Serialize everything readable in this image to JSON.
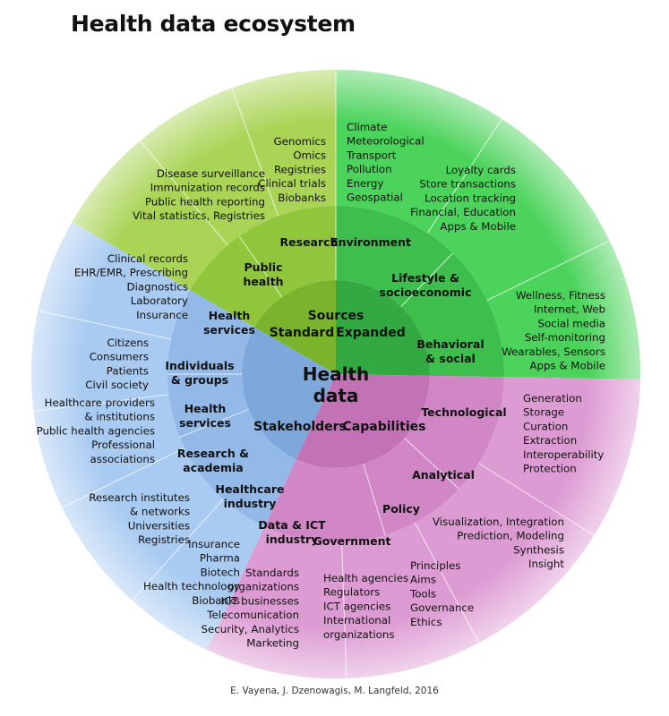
{
  "title": "Health data ecosystem",
  "credit": "E. Vayena, J. Dzenowagis, M. Langfeld, 2016",
  "colors": {
    "standard_outer": "#a9d455",
    "standard_mid": "#90c63c",
    "standard_inner": "#7ab42c",
    "expanded_outer": "#4cd35c",
    "expanded_mid": "#3ebf4d",
    "expanded_inner": "#33a941",
    "stakeholders_outer": "#a9cbf1",
    "stakeholders_mid": "#92b9e8",
    "stakeholders_inner": "#7ea7dc",
    "capabilities_outer": "#dd9bd3",
    "capabilities_mid": "#d187c6",
    "capabilities_inner": "#c372b6"
  },
  "center": {
    "line1": "Health",
    "line2": "data"
  },
  "categories": {
    "sources": "Sources",
    "standard": "Standard",
    "expanded": "Expanded",
    "stakeholders": "Stakeholders",
    "capabilities": "Capabilities"
  },
  "subcategories": {
    "research": [
      "Research"
    ],
    "environment": [
      "Environment"
    ],
    "public_health": [
      "Public",
      "health"
    ],
    "lifestyle": [
      "Lifestyle &",
      "socioeconomic"
    ],
    "health_services_std": [
      "Health",
      "services"
    ],
    "behavioral": [
      "Behavioral",
      "& social"
    ],
    "individuals": [
      "Individuals",
      "& groups"
    ],
    "health_services_stk": [
      "Health",
      "services"
    ],
    "research_academia": [
      "Research &",
      "academia"
    ],
    "healthcare_industry": [
      "Healthcare",
      "industry"
    ],
    "data_ict": [
      "Data & ICT",
      "industry"
    ],
    "government": [
      "Government"
    ],
    "technological": [
      "Technological"
    ],
    "analytical": [
      "Analytical"
    ],
    "policy": [
      "Policy"
    ]
  },
  "items": {
    "research": [
      "Genomics",
      "Omics",
      "Registries",
      "Clinical trials",
      "Biobanks"
    ],
    "environment": [
      "Climate",
      "Meteorological",
      "Transport",
      "Pollution",
      "Energy",
      "Geospatial"
    ],
    "public_health": [
      "Disease surveillance",
      "Immunization records",
      "Public health reporting",
      "Vital statistics, Registries"
    ],
    "lifestyle": [
      "Loyalty cards",
      "Store transactions",
      "Location tracking",
      "Financial, Education",
      "Apps & Mobile"
    ],
    "health_services_std": [
      "Clinical records",
      "EHR/EMR, Prescribing",
      "Diagnostics",
      "Laboratory",
      "Insurance"
    ],
    "behavioral": [
      "Wellness, Fitness",
      "Internet, Web",
      "Social media",
      "Self-monitoring",
      "Wearables, Sensors",
      "Apps & Mobile"
    ],
    "individuals": [
      "Citizens",
      "Consumers",
      "Patients",
      "Civil society"
    ],
    "health_services_stk": [
      "Healthcare providers",
      "& institutions",
      "Public health agencies",
      "Professional",
      "associations"
    ],
    "research_academia": [
      "Research institutes",
      "& networks",
      "Universities",
      "Registries"
    ],
    "healthcare_industry": [
      "Insurance",
      "Pharma",
      "Biotech",
      "Health technology",
      "Biobanks"
    ],
    "data_ict": [
      "Standards",
      "organizations",
      "ICT businesses",
      "Telecomunication",
      "Security, Analytics",
      "Marketing"
    ],
    "government": [
      "Health agencies",
      "Regulators",
      "ICT agencies",
      "International",
      "organizations"
    ],
    "technological": [
      "Generation",
      "Storage",
      "Curation",
      "Extraction",
      "Interoperability",
      "Protection"
    ],
    "analytical": [
      "Visualization, Integration",
      "Prediction, Modeling",
      "Synthesis",
      "Insight"
    ],
    "policy": [
      "Principles",
      "Aims",
      "Tools",
      "Governance",
      "Ethics"
    ]
  }
}
